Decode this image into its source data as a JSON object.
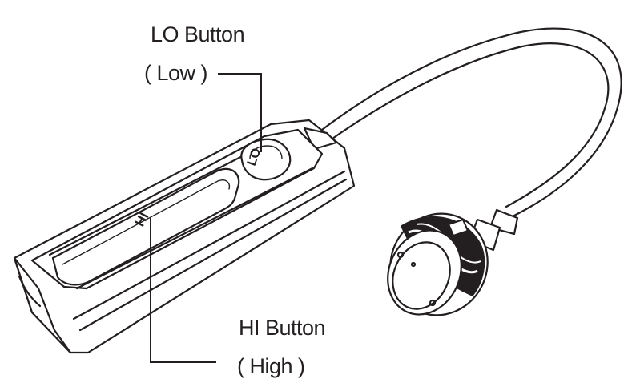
{
  "callouts": {
    "lo": {
      "title": "LO Button",
      "subtitle": "( Low )"
    },
    "hi": {
      "title": "HI Button",
      "subtitle": "( High )"
    }
  },
  "button_markings": {
    "lo": "LO",
    "hi": "HI"
  },
  "colors": {
    "ink": "#231f20",
    "background": "#ffffff"
  }
}
